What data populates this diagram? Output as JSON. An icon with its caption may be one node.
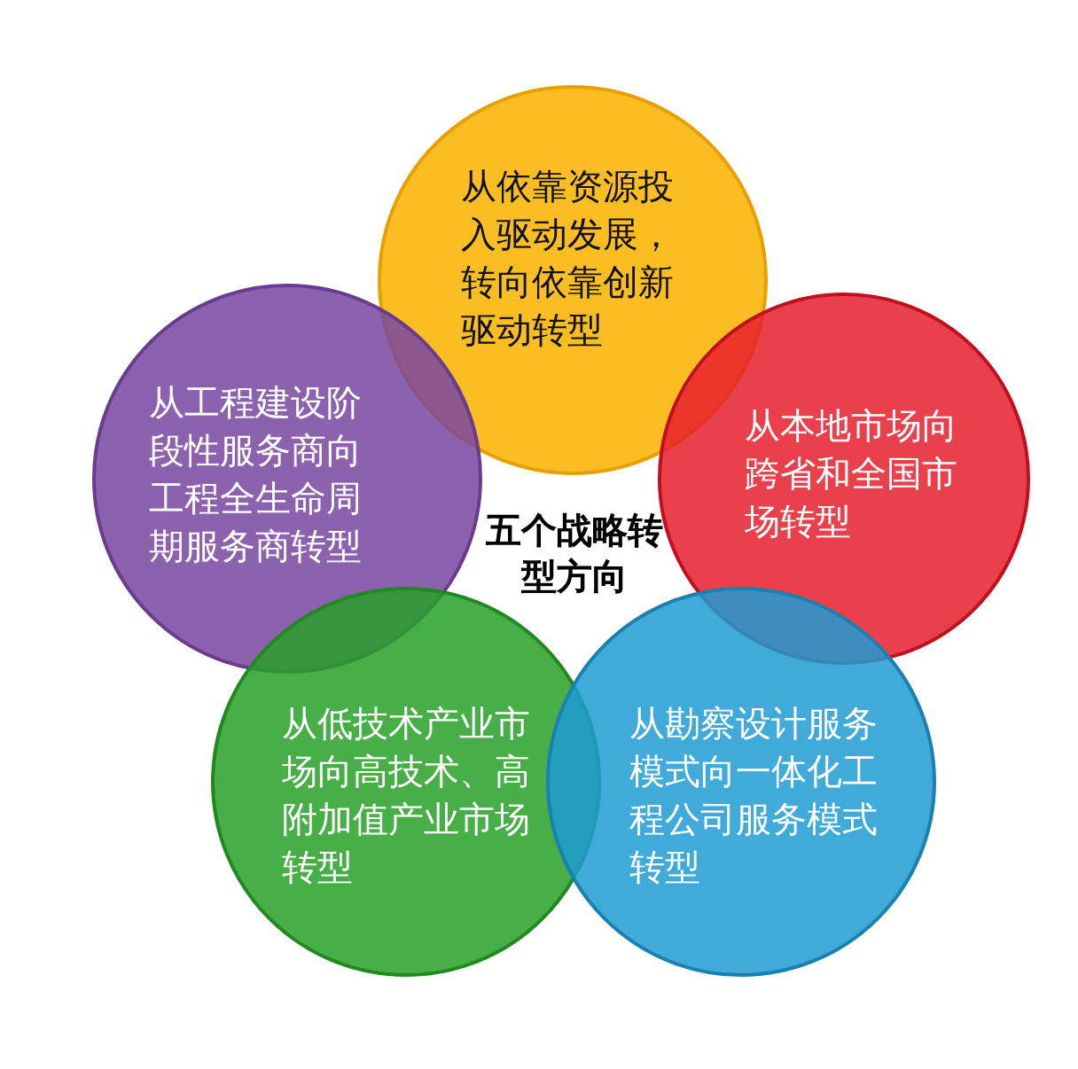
{
  "diagram": {
    "nodes": [
      {
        "text": [
          "从依靠资源投入驱动发展，转向依靠创新驱动转型"
        ]
      },
      {
        "text": [
          "从工程建设阶段性服务商向工程全生命周期服务商转型"
        ]
      },
      {
        "text": [
          "从本地市场向跨省和全国市场转型"
        ]
      },
      {
        "text": [
          "从低技术产业市场向高技术、高附加值产业市场转型"
        ]
      },
      {
        "text": [
          "从勘察设计服务模式向一体化工程公司服务模式转型"
        ]
      }
    ],
    "edges": [],
    "labels": [
      "五个战略转型方向"
    ]
  }
}
